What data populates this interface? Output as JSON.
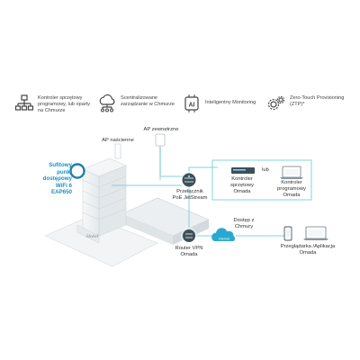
{
  "features": [
    {
      "icon": "network-hierarchy-icon",
      "text": "Kontroler sprzętowy programowy, lub oparty na Chmurze"
    },
    {
      "icon": "cloud-network-icon",
      "text": "Scentralizowane zarządzanie w Chmurze"
    },
    {
      "icon": "ai-chip-icon",
      "text": "Inteligentny Monitoring"
    },
    {
      "icon": "gears-icon",
      "text": "Zero-Touch Provisioning (ZTP)*"
    }
  ],
  "diagram": {
    "highlight": "Sufitowy punkt dostępowy WiFi 6 EAP650",
    "ap_ceiling": "AP naścienne",
    "ap_outdoor": "AP zewnętrzne",
    "switch": "Przełącznik PoE JetStream",
    "hw_controller": "Kontroler sprzętowy Omada",
    "or": "lub",
    "sw_controller": "Kontroler programowy Omada",
    "router": "Router VPN Omada",
    "internet": "Internet",
    "cloud_access": "Dostęp z Chmury",
    "browser_app": "Przeglądarka /Aplikacja Omada",
    "hotel_sign": "Hotel"
  },
  "colors": {
    "line": "#7fd3e6",
    "accent": "#1a8fc4",
    "device": "#3d4f5a",
    "building": "#eef1f3",
    "building_edge": "#c9d1d6"
  }
}
